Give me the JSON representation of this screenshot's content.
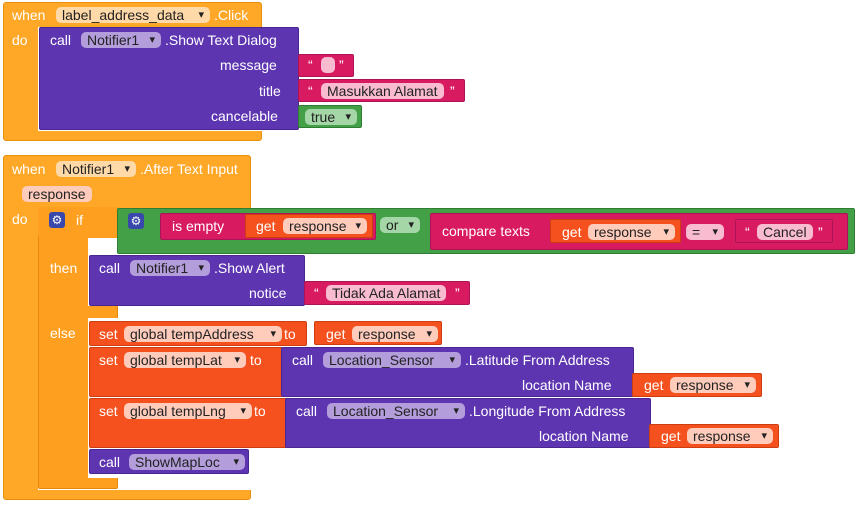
{
  "event1": {
    "when": "when",
    "component": "label_address_data",
    "event": ".Click",
    "do": "do",
    "call": {
      "call": "call",
      "component": "Notifier1",
      "method": ".Show Text Dialog",
      "params": {
        "message": "message",
        "title": "title",
        "cancelable": "cancelable"
      },
      "message_open": "“",
      "message_value": "",
      "message_close": "”",
      "title_open": "“",
      "title_value": "Masukkan Alamat",
      "title_close": "”",
      "cancelable_value": "true"
    }
  },
  "event2": {
    "when": "when",
    "component": "Notifier1",
    "event": ".After Text Input",
    "param": "response",
    "do": "do",
    "if_block": {
      "if": "if",
      "then": "then",
      "else": "else",
      "is_empty": "is empty",
      "get1": "get",
      "get1_var": "response",
      "or": "or",
      "compare_texts": "compare texts",
      "get2": "get",
      "get2_var": "response",
      "op": "=",
      "cancel_open": "“",
      "cancel_value": "Cancel",
      "cancel_close": "”"
    },
    "then_call": {
      "call": "call",
      "component": "Notifier1",
      "method": ".Show Alert",
      "param": "notice",
      "open": "“",
      "value": "Tidak Ada Alamat",
      "close": "”"
    },
    "else_blocks": {
      "set1": "set",
      "set1_var": "global tempAddress",
      "to1": "to",
      "get3": "get",
      "get3_var": "response",
      "set2": "set",
      "set2_var": "global tempLat",
      "to2": "to",
      "call_lat": "call",
      "lat_component": "Location_Sensor",
      "lat_method": ".Latitude From Address",
      "lat_param": "location Name",
      "get4": "get",
      "get4_var": "response",
      "set3": "set",
      "set3_var": "global tempLng",
      "to3": "to",
      "call_lng": "call",
      "lng_component": "Location_Sensor",
      "lng_method": ".Longitude From Address",
      "lng_param": "location Name",
      "get5": "get",
      "get5_var": "response",
      "call_proc": "call",
      "proc_name": "ShowMapLoc"
    }
  },
  "colors": {
    "event": "#FFA726",
    "procedure": "#5E35B1",
    "control": "#FF9F1F",
    "logic": "#43A047",
    "text": "#D81B60",
    "variable": "#F4511E"
  }
}
